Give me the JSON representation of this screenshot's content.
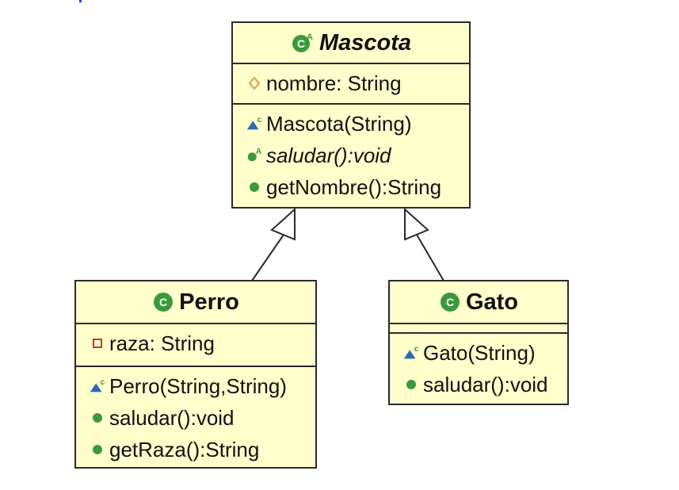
{
  "diagram": {
    "classes": {
      "mascota": {
        "name": "Mascota",
        "attributes": [
          {
            "text": "nombre: String",
            "visibility": "package-icon"
          }
        ],
        "operations": [
          {
            "text": "Mascota(String)",
            "icon": "constructor-icon"
          },
          {
            "text": "saludar():void",
            "icon": "abstract-method-icon",
            "italic": true
          },
          {
            "text": "getNombre():String",
            "icon": "public-method-icon"
          }
        ]
      },
      "perro": {
        "name": "Perro",
        "attributes": [
          {
            "text": "raza: String",
            "visibility": "private-field-icon"
          }
        ],
        "operations": [
          {
            "text": "Perro(String,String)",
            "icon": "constructor-icon"
          },
          {
            "text": "saludar():void",
            "icon": "public-method-icon"
          },
          {
            "text": "getRaza():String",
            "icon": "public-method-icon"
          }
        ]
      },
      "gato": {
        "name": "Gato",
        "attributes": [],
        "operations": [
          {
            "text": "Gato(String)",
            "icon": "constructor-icon"
          },
          {
            "text": "saludar():void",
            "icon": "public-method-icon"
          }
        ]
      }
    },
    "relations": [
      {
        "from": "Perro",
        "to": "Mascota",
        "type": "generalization"
      },
      {
        "from": "Gato",
        "to": "Mascota",
        "type": "generalization"
      }
    ],
    "colors": {
      "class_fill": "#ffffcc",
      "border": "#2a2a2a",
      "class_icon": "#3a9a3a",
      "constructor_icon": "#2a6ab8",
      "private_field": "#d03030",
      "package_field": "#d9a040"
    }
  }
}
